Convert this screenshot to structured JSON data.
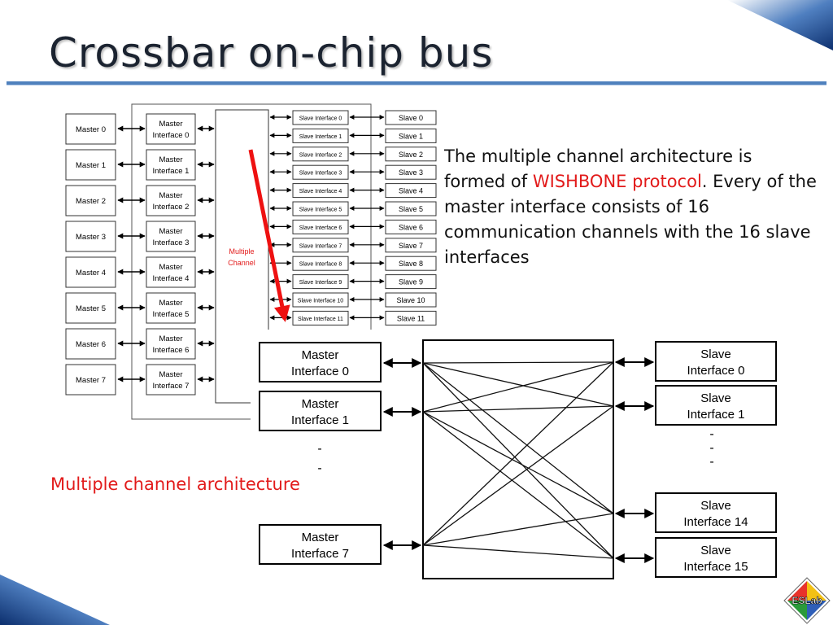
{
  "title": "Crossbar on-chip bus",
  "description": {
    "part1": "The multiple channel architecture is formed of ",
    "highlight": "WISHBONE protocol",
    "part2": ". Every of the master interface consists of 16 communication channels with the 16 slave interfaces"
  },
  "caption": "Multiple channel architecture",
  "logo_text": "ESLab",
  "colors": {
    "accent_red": "#e21a1a",
    "rule_blue": "#4f81bd",
    "title": "#1b2330"
  },
  "small_diagram": {
    "masters": [
      "Master 0",
      "Master 1",
      "Master 2",
      "Master 3",
      "Master 4",
      "Master 5",
      "Master 6",
      "Master 7"
    ],
    "master_interfaces": [
      [
        "Master",
        "Interface 0"
      ],
      [
        "Master",
        "Interface 1"
      ],
      [
        "Master",
        "Interface 2"
      ],
      [
        "Master",
        "Interface 3"
      ],
      [
        "Master",
        "Interface 4"
      ],
      [
        "Master",
        "Interface 5"
      ],
      [
        "Master",
        "Interface 6"
      ],
      [
        "Master",
        "Interface 7"
      ]
    ],
    "channel_label": [
      "Multiple",
      "Channel"
    ],
    "slave_interfaces": [
      "Slave Interface 0",
      "Slave Interface 1",
      "Slave Interface 2",
      "Slave Interface 3",
      "Slave Interface 4",
      "Slave Interface 5",
      "Slave Interface 6",
      "Slave Interface 7",
      "Slave Interface 8",
      "Slave Interface 9",
      "Slave Interface 10",
      "Slave Interface 11"
    ],
    "slaves": [
      "Slave 0",
      "Slave 1",
      "Slave 2",
      "Slave 3",
      "Slave 4",
      "Slave 5",
      "Slave 6",
      "Slave 7",
      "Slave 8",
      "Slave 9",
      "Slave 10",
      "Slave 11"
    ]
  },
  "crossbar": {
    "masters": [
      {
        "line1": "Master",
        "line2": "Interface 0"
      },
      {
        "line1": "Master",
        "line2": "Interface 1"
      },
      {
        "line1": "Master",
        "line2": "Interface 7"
      }
    ],
    "slaves": [
      {
        "line1": "Slave",
        "line2": "Interface 0"
      },
      {
        "line1": "Slave",
        "line2": "Interface 1"
      },
      {
        "line1": "Slave",
        "line2": "Interface 14"
      },
      {
        "line1": "Slave",
        "line2": "Interface 15"
      }
    ],
    "ellipsis": "-"
  }
}
